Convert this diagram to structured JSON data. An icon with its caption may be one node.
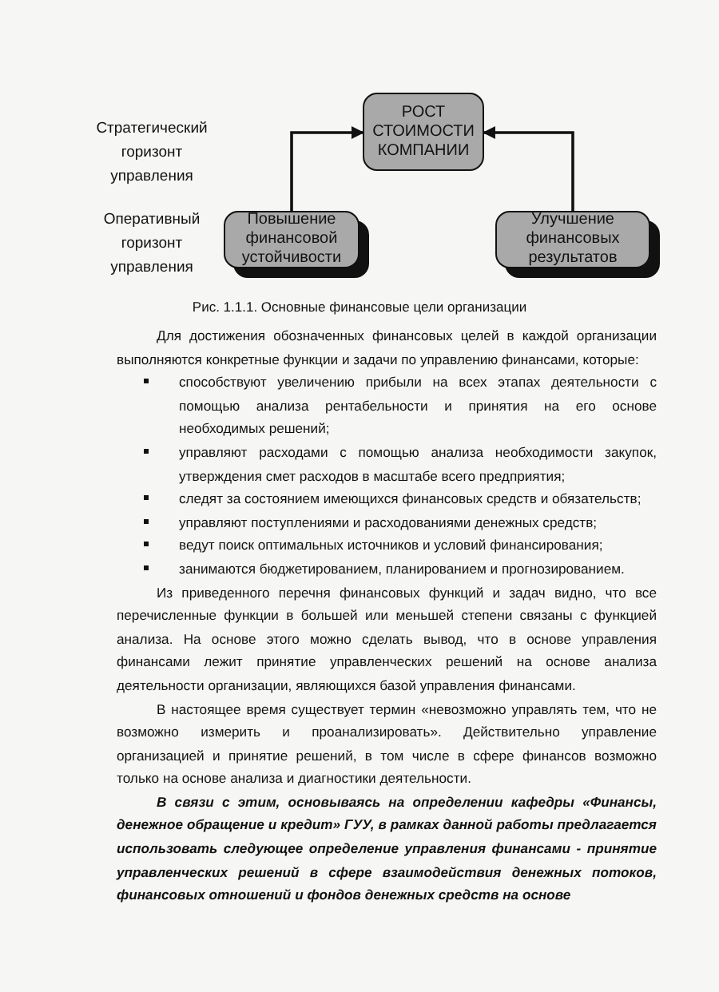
{
  "diagram": {
    "caption": "Рис. 1.1.1. Основные финансовые цели организации",
    "nodes": [
      {
        "text": [
          "РОСТ СТОИМОСТИ КОМПАНИИ"
        ]
      },
      {
        "text": [
          "Повышение финансовой устойчивости"
        ]
      },
      {
        "text": [
          "Улучшение финансовых результатов"
        ]
      }
    ],
    "edges": [
      {
        "from": 1,
        "to": 0,
        "arrow": "to"
      },
      {
        "from": 2,
        "to": 0,
        "arrow": "to"
      }
    ],
    "labels": [
      "Стратегический горизонт управления",
      "Оперативный горизонт управления",
      "Для достижения обозначенных финансовых целей в каждой организации выполняются конкретные функции и задачи по управлению финансами, которые:",
      "способствуют увеличению прибыли на всех этапах деятельности с помощью анализа рентабельности и принятия на его основе необходимых решений;",
      "управляют расходами с помощью анализа необходимости закупок, утверждения смет расходов в масштабе всего предприятия;",
      "следят за состоянием имеющихся финансовых средств и обязательств;",
      "управляют поступлениями и расходованиями денежных средств;",
      "ведут поиск оптимальных источников и условий финансирования;",
      "занимаются бюджетированием, планированием и прогнозированием.",
      "Из приведенного перечня финансовых функций и задач видно, что все перечисленные функции в большей или меньшей степени связаны с функцией анализа. На основе этого можно сделать вывод, что в основе управления финансами лежит принятие управленческих решений на основе анализа деятельности организации, являющихся базой управления финансами.",
      "В настоящее время существует термин «невозможно управлять тем, что не возможно измерить и проанализировать». Действительно управление организацией и принятие решений, в том числе в сфере финансов возможно только на основе анализа и диагностики деятельности.",
      "В связи с этим, основываясь на определении кафедры «Финансы, денежное обращение и кредит» ГУУ, в рамках данной работы предлагается использовать следующее определение управления финансами - принятие управленческих решений в сфере взаимодействия денежных потоков, финансовых отношений и фондов денежных средств на основе"
    ]
  }
}
